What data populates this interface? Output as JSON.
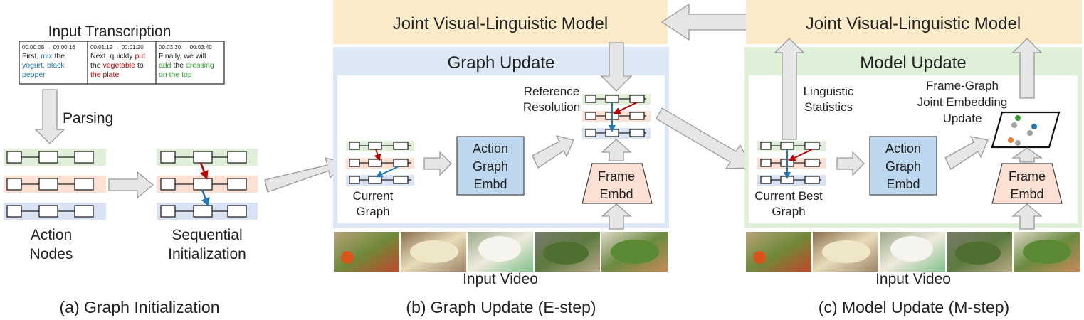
{
  "panels": {
    "a": {
      "caption": "(a) Graph Initialization"
    },
    "b": {
      "caption": "(b) Graph Update (E-step)"
    },
    "c": {
      "caption": "(c) Model Update (M-step)"
    }
  },
  "transcription": {
    "title": "Input Transcription",
    "cells": [
      {
        "time": "00:00:05 → 00:00:16",
        "lines": [
          [
            {
              "t": "First, "
            },
            {
              "t": "mix",
              "c": "#1f77b4"
            },
            {
              "t": " the"
            }
          ],
          [
            {
              "t": "yogurt, black",
              "c": "#1f77b4"
            }
          ],
          [
            {
              "t": "pepper",
              "c": "#1f77b4"
            }
          ]
        ]
      },
      {
        "time": "00:01:12 → 00:01:20",
        "lines": [
          [
            {
              "t": "Next, quickly "
            },
            {
              "t": "put",
              "c": "#c00000"
            }
          ],
          [
            {
              "t": "the "
            },
            {
              "t": "vegetable",
              "c": "#c00000"
            },
            {
              "t": " to"
            }
          ],
          [
            {
              "t": "the plate",
              "c": "#c00000"
            }
          ]
        ]
      },
      {
        "time": "00:03:30 → 00:03:40",
        "lines": [
          [
            {
              "t": "Finally, we will"
            }
          ],
          [
            {
              "t": "add",
              "c": "#2ca02c"
            },
            {
              "t": " the "
            },
            {
              "t": "dressing",
              "c": "#2ca02c"
            }
          ],
          [
            {
              "t": "on the top",
              "c": "#2ca02c"
            }
          ]
        ]
      }
    ]
  },
  "labels": {
    "parsing": "Parsing",
    "action_nodes": [
      "Action",
      "Nodes"
    ],
    "sequential_init": [
      "Sequential",
      "Initialization"
    ],
    "joint_model": "Joint Visual-Linguistic Model",
    "graph_update": "Graph Update",
    "model_update": "Model Update",
    "reference_resolution": [
      "Reference",
      "Resolution"
    ],
    "current_graph": [
      "Current",
      "Graph"
    ],
    "current_best_graph": [
      "Current Best",
      "Graph"
    ],
    "action_graph_embd": [
      "Action",
      "Graph",
      "Embd"
    ],
    "frame_embd": [
      "Frame",
      "Embd"
    ],
    "linguistic_statistics": [
      "Linguistic",
      "Statistics"
    ],
    "frame_graph_update": [
      "Frame-Graph",
      "Joint Embedding",
      "Update"
    ],
    "input_video": "Input Video"
  },
  "colors": {
    "red_arrow": "#c00000",
    "blue_arrow": "#1f77b4",
    "lane_green": "#dfefd8",
    "lane_red": "#fbe0d3",
    "lane_blue": "#dae3f3",
    "embedding_dots": [
      "#2ca02c",
      "#1f77b4",
      "#ed7d31",
      "#a0a0a0"
    ]
  }
}
